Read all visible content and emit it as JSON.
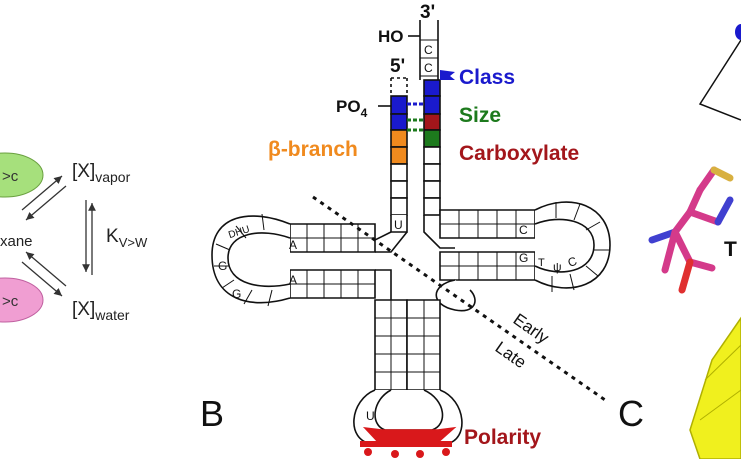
{
  "left_panel": {
    "vapor_label": "[X]",
    "vapor_sub": "vapor",
    "water_label": "[X]",
    "water_sub": "water",
    "k_label": "K",
    "k_sub": "V>W",
    "solvent_label": "xane",
    "oval_top_text": ">c",
    "oval_bottom_text": ">c",
    "oval_top_color": "#a6e07c",
    "oval_bottom_color": "#f09ed2"
  },
  "trna": {
    "end_3": "3'",
    "end_5": "5'",
    "ho_label": "HO",
    "po4_label": "PO",
    "po4_sub": "4",
    "c1": "C",
    "c2": "C",
    "dhu_label": "DHU",
    "a_label_1": "A",
    "a_label_2": "A",
    "g_label_1": "G",
    "g_label_2": "G",
    "u_label_acceptor": "U",
    "u_label_anticodon": "U",
    "c_label_t": "C",
    "g_label_t": "G",
    "t_label": "T",
    "psi_label": "ψ",
    "c_label_t2": "C",
    "early_label": "Early",
    "late_label": "Late",
    "panel_b_label": "B",
    "panel_c_label": "C"
  },
  "legend": {
    "class_label": "Class",
    "size_label": "Size",
    "carboxylate_label": "Carboxylate",
    "beta_branch_label": "β-branch",
    "polarity_label": "Polarity"
  },
  "right_panel": {
    "fragment_label": "T"
  },
  "colors": {
    "class": "#1a1acd",
    "size": "#1d7a1d",
    "carboxylate": "#a3161b",
    "beta_branch": "#f08a1e",
    "polarity": "#d9181b",
    "yellow_ribbon": "#f0f01e",
    "magenta_stick": "#d43a8a"
  }
}
